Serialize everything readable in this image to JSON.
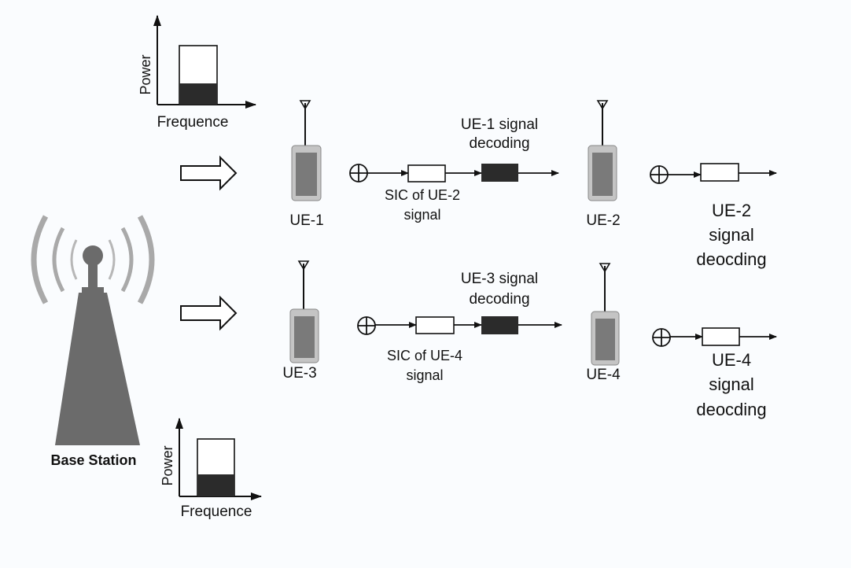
{
  "base_station": {
    "label": "Base Station"
  },
  "power_charts": {
    "top": {
      "ylabel": "Power",
      "xlabel": "Frequence"
    },
    "bottom": {
      "ylabel": "Power",
      "xlabel": "Frequence"
    }
  },
  "row1": {
    "ue_a": "UE-1",
    "sic_line1": "SIC of UE-2",
    "sic_line2": "signal",
    "decode_line1": "UE-1 signal",
    "decode_line2": "decoding",
    "ue_b": "UE-2",
    "final_line1": "UE-2",
    "final_line2": "signal",
    "final_line3": "deocding"
  },
  "row2": {
    "ue_a": "UE-3",
    "sic_line1": "SIC of UE-4",
    "sic_line2": "signal",
    "decode_line1": "UE-3 signal",
    "decode_line2": "decoding",
    "ue_b": "UE-4",
    "final_line1": "UE-4",
    "final_line2": "signal",
    "final_line3": "deocding"
  },
  "colors": {
    "tower": "#6b6b6b",
    "waves": "#a9a9a9",
    "phone_body": "#c4c4c4",
    "phone_screen": "#7a7a7a",
    "dark_block": "#2b2b2b",
    "line": "#111111"
  },
  "icons": [
    "base-station-tower-icon",
    "block-arrow-icon",
    "phone-icon",
    "circled-plus-icon",
    "antenna-icon"
  ]
}
